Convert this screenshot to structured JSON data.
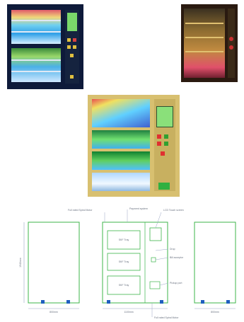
{
  "colors": {
    "outline": "#3cb54a",
    "dimension": "#9aa6c4",
    "foot": "#1f5fbf"
  },
  "icons": {
    "foot": "blue-square-foot-marker"
  },
  "drawing": {
    "callouts": {
      "top_left": "Full rated Spiral Motor",
      "top_mid": "Payment system",
      "top_right": "LCD Touch screen",
      "right_1": "Drop",
      "right_2": "Bill acceptor",
      "right_3": "Pickup port",
      "bottom_mid": "Full rated Spiral Motor"
    },
    "height_label": "1940mm",
    "left_width_label": "800mm",
    "front_width_label": "1100mm",
    "right_width_label": "800mm",
    "trays": {
      "top": "SKF Tray",
      "mid": "SKF Tray",
      "bottom": "SKF Tray"
    }
  }
}
